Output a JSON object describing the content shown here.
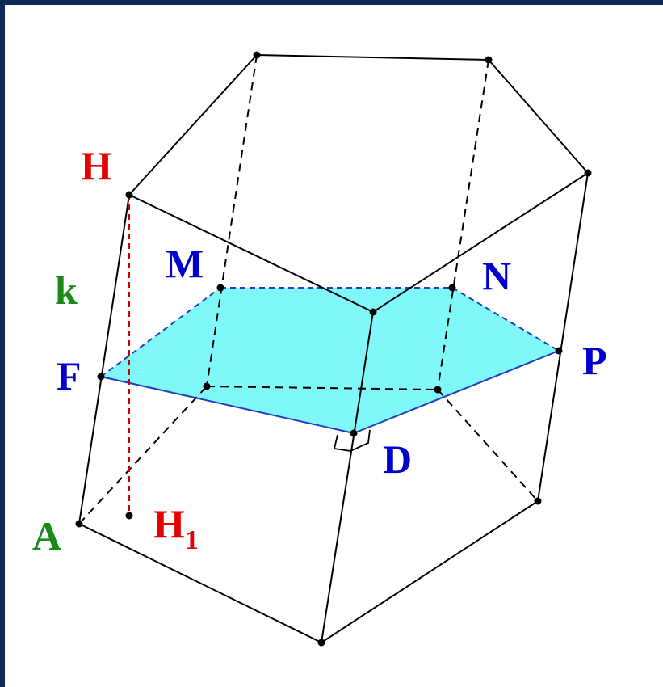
{
  "colors": {
    "background_border": "#0b2a55",
    "canvas": "#ffffff",
    "edge": "#000000",
    "section_fill": "#80f8fa",
    "section_edge": "#1f3fbf",
    "height_line": "#cc0000",
    "label_red": "#e60000",
    "label_blue": "#0000d0",
    "label_green": "#1a8a1a"
  },
  "labels": {
    "H": "H",
    "k": "k",
    "M": "M",
    "N": "N",
    "F": "F",
    "P": "P",
    "D": "D",
    "A": "A",
    "H1_main": "H",
    "H1_sub": "1"
  }
}
